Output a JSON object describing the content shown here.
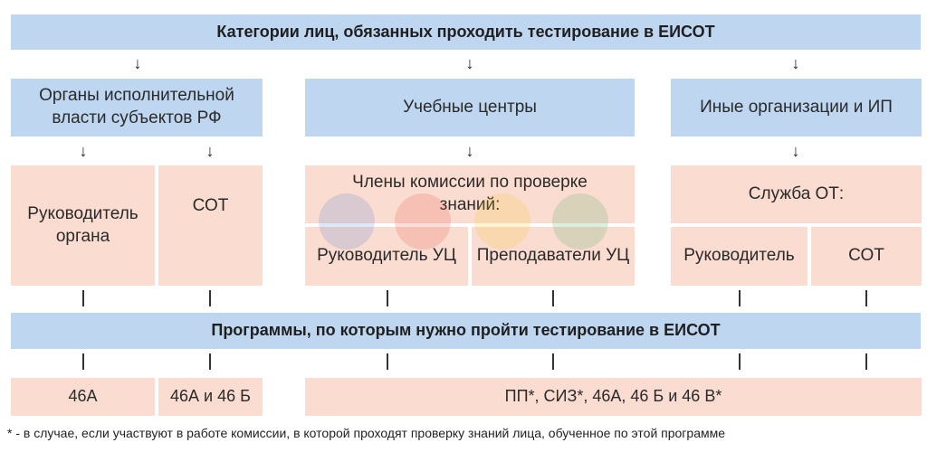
{
  "title_top": "Категории лиц, обязанных проходить тестирование в ЕИСОТ",
  "categories": [
    {
      "label": "Органы исполнительной власти субъектов РФ"
    },
    {
      "label": "Учебные центры"
    },
    {
      "label": "Иные организации и ИП"
    }
  ],
  "gov": {
    "head": "Руководитель органа",
    "sot": "СОТ"
  },
  "training": {
    "commission": "Члены комиссии по проверке знаний:",
    "head": "Руководитель УЦ",
    "teachers": "Преподаватели УЦ"
  },
  "other": {
    "service": "Служба ОТ:",
    "head": "Руководитель",
    "sot": "СОТ"
  },
  "title_programs": "Программы, по которым нужно пройти тестирование в ЕИСОТ",
  "programs": {
    "gov_head": "46А",
    "gov_sot": "46А и 46 Б",
    "rest": "ПП*, СИЗ*, 46А, 46 Б и 46 В*"
  },
  "arrow_glyph": "↓",
  "footnote": "* - в случае, если участвуют в работе комиссии, в которой проходят проверку знаний лица, обученное по этой программе",
  "colors": {
    "header_bg": "#bed6f0",
    "box_bg": "#fbdcd0"
  }
}
